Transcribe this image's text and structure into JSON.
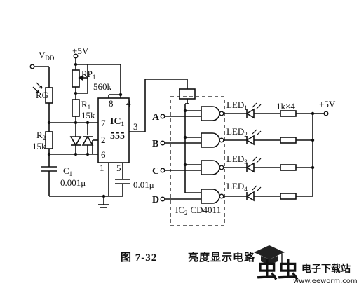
{
  "labels": {
    "vdd": "V",
    "vdd_sub": "DD",
    "vcc_left": "+5V",
    "vcc_right": "+5V",
    "rp": "RP",
    "rp_sub": "1",
    "rp_value": "560k",
    "r1": "R",
    "r1_sub": "1",
    "r1_value": "15k",
    "r2": "R",
    "r2_sub": "2",
    "r2_value": "15k",
    "rg": "RG",
    "c1": "C",
    "c1_sub": "1",
    "c1_value": "0.001μ",
    "c2_value": "0.01μ",
    "ic1": "IC",
    "ic1_sub": "1",
    "ic1_part": "555",
    "ic2": "IC",
    "ic2_sub": "2",
    "ic2_part": "CD4011",
    "pin_8": "8",
    "pin_4": "4",
    "pin_7": "7",
    "pin_3": "3",
    "pin_2": "2",
    "pin_6": "6",
    "pin_1": "1",
    "pin_5": "5",
    "input_a": "A",
    "input_b": "B",
    "input_c": "C",
    "input_d": "D",
    "led_prefix": "LED",
    "led_1": "1",
    "led_2": "2",
    "led_3": "3",
    "led_4": "4",
    "resistors": "1k×4"
  },
  "caption": {
    "figure": "图 7-32",
    "title": "亮度显示电路"
  },
  "watermark": {
    "brand_cn": "虫虫",
    "site_cn": "电子下载站",
    "url": "www.eeworm.com"
  },
  "colors": {
    "ink": "#111111",
    "watermark_red": "#cc1f1f",
    "watermark_dark": "#222222"
  }
}
